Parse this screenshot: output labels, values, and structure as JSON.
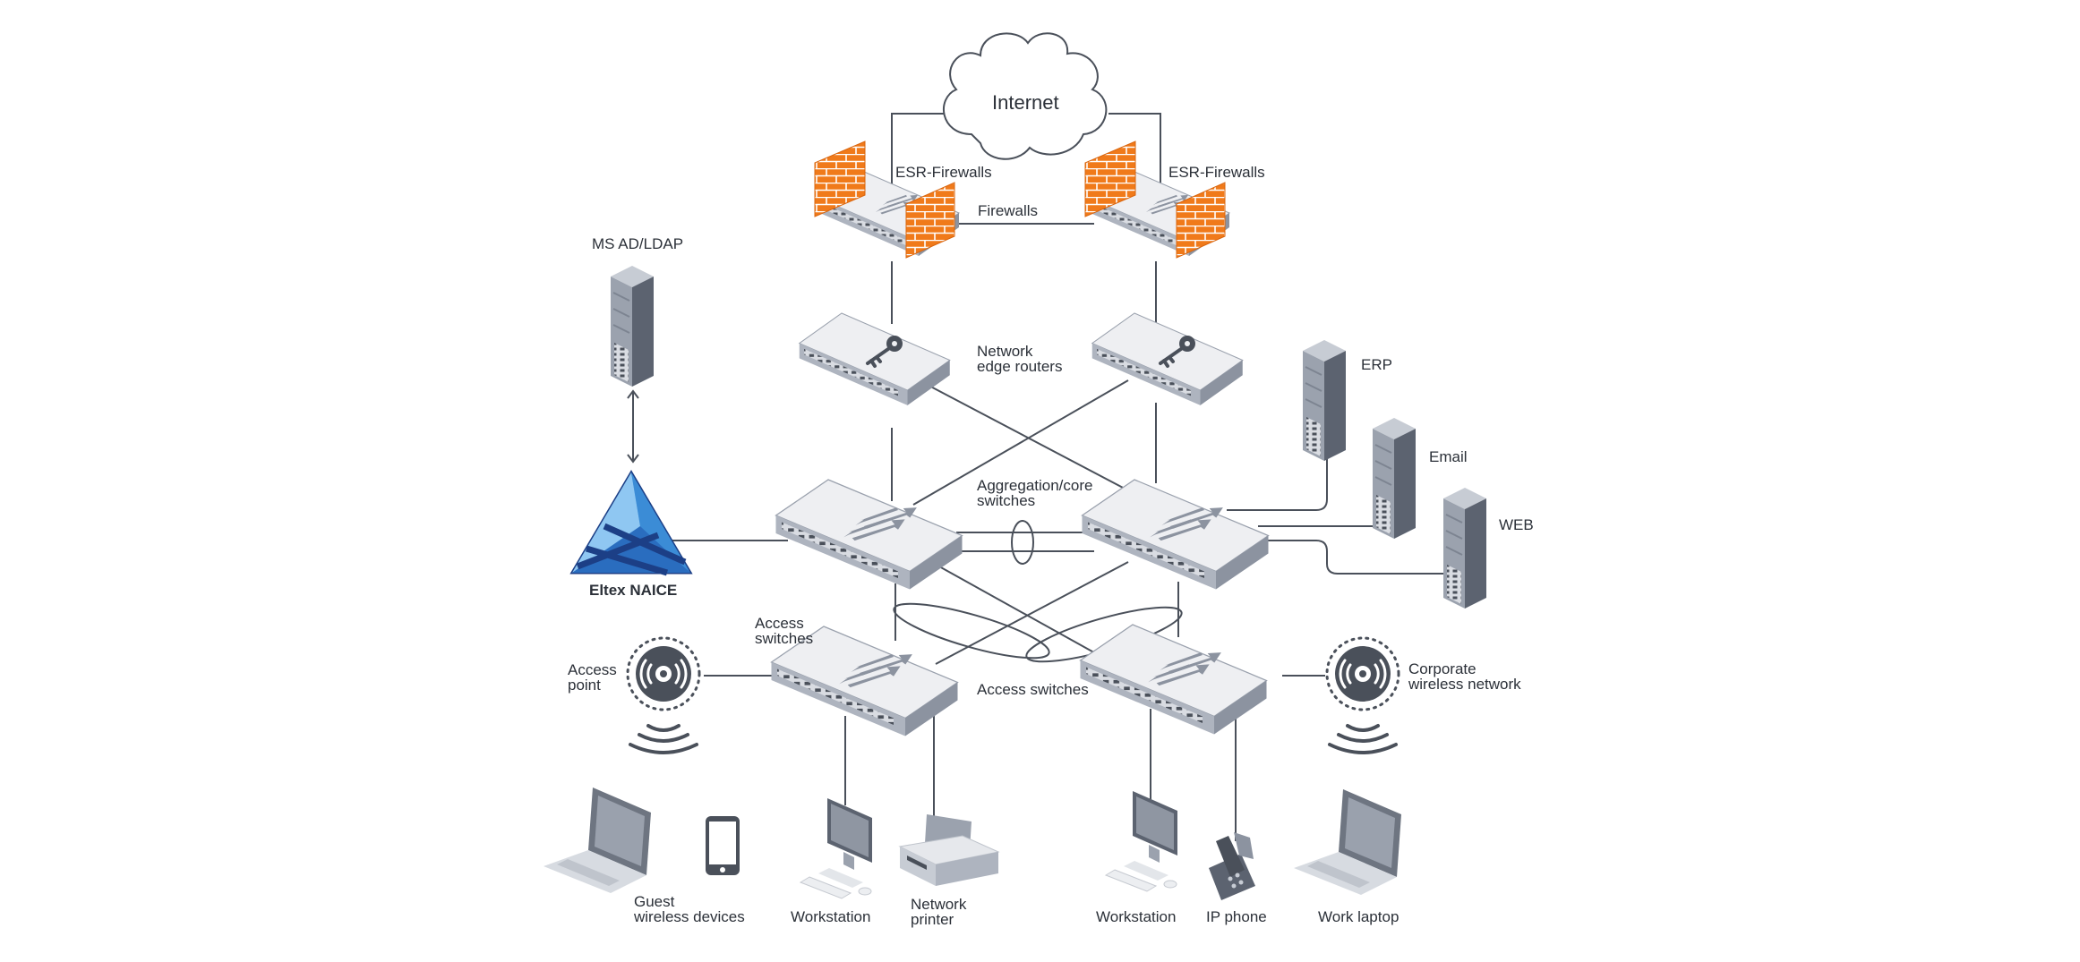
{
  "labels": {
    "internet": "Internet",
    "esr_firewalls_left": "ESR-Firewalls",
    "esr_firewalls_right": "ESR-Firewalls",
    "firewalls": "Firewalls",
    "ms_ad_ldap": "MS AD/LDAP",
    "network_edge_routers": "Network\nedge routers",
    "erp": "ERP",
    "email": "Email",
    "web": "WEB",
    "aggregation_core_switches": "Aggregation/core\nswitches",
    "eltex_naice": "Eltex NAICE",
    "access_switches_left": "Access\nswitches",
    "access_switches_center": "Access switches",
    "access_point": "Access\npoint",
    "corporate_wireless_network": "Corporate\nwireless network",
    "guest_wireless_devices": "Guest\nwireless devices",
    "workstation_left": "Workstation",
    "network_printer": "Network\nprinter",
    "workstation_right": "Workstation",
    "ip_phone": "IP phone",
    "work_laptop": "Work laptop"
  },
  "colors": {
    "firewall_orange": "#f07a1a",
    "brick_line": "#ffffff",
    "device_top": "#eeeff2",
    "device_side": "#aeb4bf",
    "device_front": "#8c93a0",
    "server_dark": "#5c6370",
    "server_light": "#9ba2ae",
    "naice_blue": "#5aa9e6",
    "naice_dark": "#1c3f86",
    "link_line": "#4a505a",
    "icon_dark": "#4a505a"
  }
}
